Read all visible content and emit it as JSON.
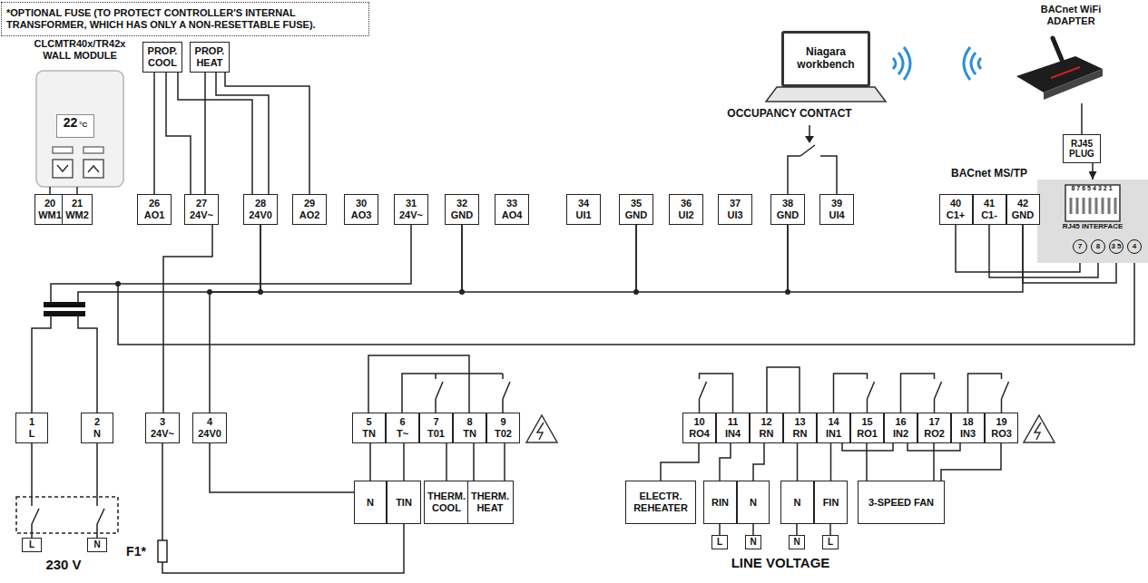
{
  "diagram": {
    "nodes": [
      {
        "text": [
          "*OPTIONAL FUSE (TO PROTECT CONTROLLER'S INTERNAL TRANSFORMER, WHICH HAS ONLY A NON-RESETTABLE FUSE)."
        ]
      },
      {
        "text": [
          "CLCMTR40x/TR42x WALL MODULE"
        ]
      },
      {
        "text": [
          "22",
          "°C"
        ],
        "in": 1
      },
      {
        "text": [
          "PROP. COOL"
        ]
      },
      {
        "text": [
          "PROP. HEAT"
        ]
      },
      {
        "text": [
          "Niagara workbench"
        ]
      },
      {
        "text": [
          "BACnet WiFi ADAPTER"
        ]
      },
      {
        "text": [
          "RJ45 PLUG"
        ]
      },
      {
        "text": [
          "20",
          "WM1"
        ]
      },
      {
        "text": [
          "21",
          "WM2"
        ]
      },
      {
        "text": [
          "26",
          "AO1"
        ]
      },
      {
        "text": [
          "27",
          "24V~"
        ]
      },
      {
        "text": [
          "28",
          "24V0"
        ]
      },
      {
        "text": [
          "29",
          "AO2"
        ]
      },
      {
        "text": [
          "30",
          "AO3"
        ]
      },
      {
        "text": [
          "31",
          "24V~"
        ]
      },
      {
        "text": [
          "32",
          "GND"
        ]
      },
      {
        "text": [
          "33",
          "AO4"
        ]
      },
      {
        "text": [
          "34",
          "UI1"
        ]
      },
      {
        "text": [
          "35",
          "GND"
        ]
      },
      {
        "text": [
          "36",
          "UI2"
        ]
      },
      {
        "text": [
          "37",
          "UI3"
        ]
      },
      {
        "text": [
          "38",
          "GND"
        ]
      },
      {
        "text": [
          "39",
          "UI4"
        ]
      },
      {
        "text": [
          "40",
          "C1+"
        ]
      },
      {
        "text": [
          "41",
          "C1-"
        ]
      },
      {
        "text": [
          "42",
          "GND"
        ]
      },
      {
        "text": [
          "87654321",
          "RJ45 INTERFACE"
        ]
      },
      {
        "text": [
          "1",
          "L"
        ]
      },
      {
        "text": [
          "2",
          "N"
        ]
      },
      {
        "text": [
          "3",
          "24V~"
        ]
      },
      {
        "text": [
          "4",
          "24V0"
        ]
      },
      {
        "text": [
          "5",
          "TN"
        ]
      },
      {
        "text": [
          "6",
          "T~"
        ]
      },
      {
        "text": [
          "7",
          "T01"
        ]
      },
      {
        "text": [
          "8",
          "TN"
        ]
      },
      {
        "text": [
          "9",
          "T02"
        ]
      },
      {
        "text": [
          "10",
          "RO4"
        ]
      },
      {
        "text": [
          "11",
          "IN4"
        ]
      },
      {
        "text": [
          "12",
          "RN"
        ]
      },
      {
        "text": [
          "13",
          "RN"
        ]
      },
      {
        "text": [
          "14",
          "IN1"
        ]
      },
      {
        "text": [
          "15",
          "RO1"
        ]
      },
      {
        "text": [
          "16",
          "IN2"
        ]
      },
      {
        "text": [
          "17",
          "RO2"
        ]
      },
      {
        "text": [
          "18",
          "IN3"
        ]
      },
      {
        "text": [
          "19",
          "RO3"
        ]
      },
      {
        "text": [
          "N"
        ]
      },
      {
        "text": [
          "TIN"
        ]
      },
      {
        "text": [
          "THERM. COOL"
        ]
      },
      {
        "text": [
          "THERM. HEAT"
        ]
      },
      {
        "text": [
          "ELECTR. REHEATER"
        ]
      },
      {
        "text": [
          "RIN"
        ]
      },
      {
        "text": [
          "N"
        ]
      },
      {
        "text": [
          "N"
        ]
      },
      {
        "text": [
          "FIN"
        ]
      },
      {
        "text": [
          "3-SPEED FAN"
        ]
      },
      {
        "text": [
          "L"
        ]
      },
      {
        "text": [
          "N"
        ]
      },
      {
        "text": [
          "L"
        ]
      },
      {
        "text": [
          "N"
        ]
      },
      {
        "text": [
          "N"
        ]
      },
      {
        "text": [
          "L"
        ]
      }
    ],
    "edges": [
      {
        "from": 1,
        "to": 8,
        "arrow": "none"
      },
      {
        "from": 1,
        "to": 9,
        "arrow": "none"
      },
      {
        "from": 3,
        "to": 10,
        "arrow": "none"
      },
      {
        "from": 3,
        "to": 11,
        "arrow": "none"
      },
      {
        "from": 3,
        "to": 12,
        "arrow": "none"
      },
      {
        "from": 4,
        "to": 11,
        "arrow": "none"
      },
      {
        "from": 4,
        "to": 12,
        "arrow": "none"
      },
      {
        "from": 4,
        "to": 13,
        "arrow": "none"
      },
      {
        "from": 11,
        "to": 30,
        "arrow": "none"
      },
      {
        "from": 31,
        "to": 12,
        "arrow": "none"
      },
      {
        "from": 12,
        "to": 16,
        "arrow": "none"
      },
      {
        "from": 16,
        "to": 19,
        "arrow": "none"
      },
      {
        "from": 19,
        "to": 22,
        "arrow": "none"
      },
      {
        "from": 22,
        "to": 26,
        "arrow": "none"
      },
      {
        "from": 24,
        "to": 27,
        "arrow": "none"
      },
      {
        "from": 25,
        "to": 27,
        "arrow": "none"
      },
      {
        "from": 26,
        "to": 27,
        "arrow": "none"
      },
      {
        "from": 6,
        "to": 7,
        "arrow": "none"
      },
      {
        "from": 7,
        "to": 27,
        "arrow": "to"
      },
      {
        "from": 30,
        "to": 48,
        "arrow": "none"
      },
      {
        "from": 31,
        "to": 47,
        "arrow": "none"
      },
      {
        "from": 32,
        "to": 47,
        "arrow": "none"
      },
      {
        "from": 33,
        "to": 48,
        "arrow": "none"
      },
      {
        "from": 34,
        "to": 49,
        "arrow": "none"
      },
      {
        "from": 35,
        "to": 50,
        "arrow": "none"
      },
      {
        "from": 36,
        "to": 50,
        "arrow": "none"
      },
      {
        "from": 32,
        "to": 35,
        "arrow": "none"
      },
      {
        "from": 37,
        "to": 51,
        "arrow": "none"
      },
      {
        "from": 38,
        "to": 52,
        "arrow": "none"
      },
      {
        "from": 39,
        "to": 53,
        "arrow": "none"
      },
      {
        "from": 40,
        "to": 54,
        "arrow": "none"
      },
      {
        "from": 41,
        "to": 55,
        "arrow": "none"
      },
      {
        "from": 42,
        "to": 56,
        "arrow": "none"
      },
      {
        "from": 44,
        "to": 56,
        "arrow": "none"
      },
      {
        "from": 46,
        "to": 56,
        "arrow": "none"
      },
      {
        "from": 41,
        "to": 43,
        "arrow": "none"
      },
      {
        "from": 43,
        "to": 45,
        "arrow": "none"
      },
      {
        "from": 39,
        "to": 40,
        "arrow": "none"
      },
      {
        "from": 52,
        "to": 59,
        "arrow": "none"
      },
      {
        "from": 53,
        "to": 60,
        "arrow": "none"
      },
      {
        "from": 54,
        "to": 61,
        "arrow": "none"
      },
      {
        "from": 55,
        "to": 62,
        "arrow": "none"
      }
    ],
    "labels": [
      "OCCUPANCY CONTACT",
      "BACnet MS/TP",
      "7",
      "8",
      "3 5",
      "4",
      "230 V",
      "F1*",
      "LINE VOLTAGE"
    ]
  }
}
